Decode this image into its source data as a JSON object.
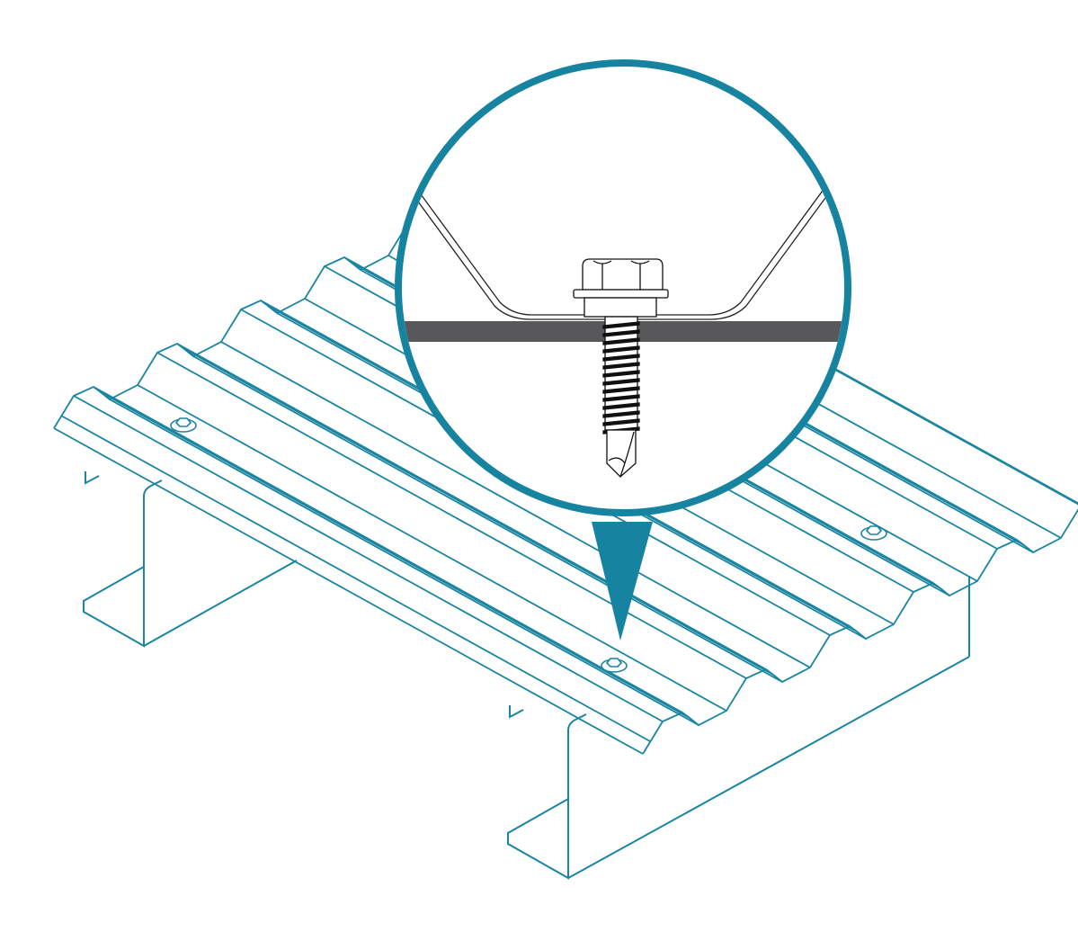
{
  "diagram": {
    "subject": "corrugated-roof-sheet-fixing-detail",
    "ribs": 5,
    "fasteners_on_sheet": 3,
    "colors": {
      "line": "#1a85a0",
      "magnifier": "#1683a0",
      "purlin_section": "#58585a",
      "screw": "#111111",
      "background": "#ffffff"
    }
  }
}
